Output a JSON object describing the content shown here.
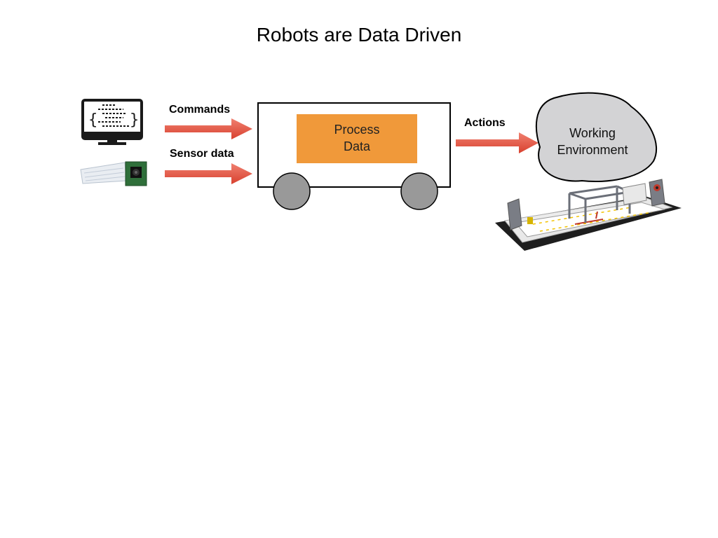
{
  "slide": {
    "title": "Robots are Data Driven"
  },
  "inputs": {
    "commands_label": "Commands",
    "sensor_label": "Sensor data",
    "computer_icon": "computer-monitor-code-icon",
    "camera_icon": "camera-module-icon"
  },
  "robot": {
    "process_line1": "Process",
    "process_line2": "Data",
    "process_color": "#F0993A"
  },
  "output": {
    "actions_label": "Actions",
    "env_line1": "Working",
    "env_line2": "Environment",
    "env_color": "#D3D3D5",
    "field_icon": "robotics-competition-field-icon"
  },
  "colors": {
    "arrow": "#E0503A",
    "wheel": "#999999"
  }
}
